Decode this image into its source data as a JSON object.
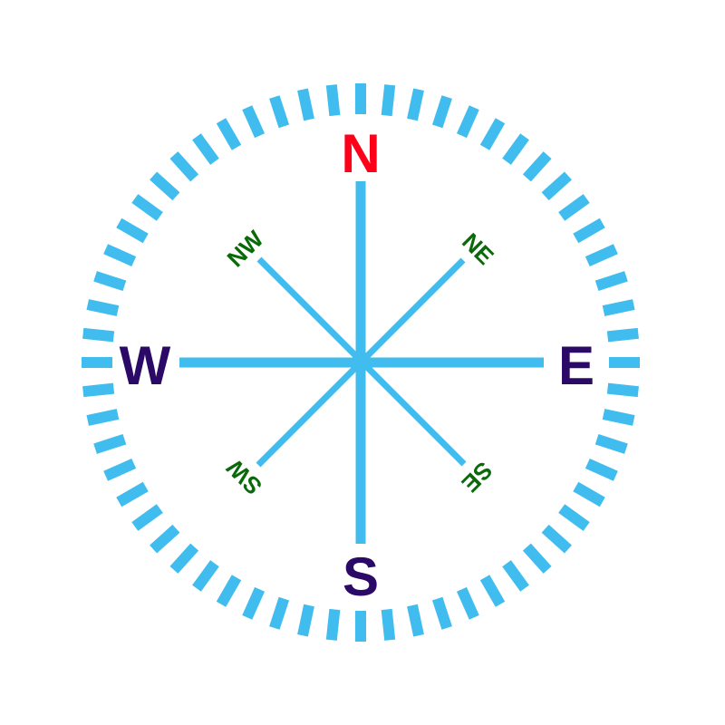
{
  "compass": {
    "cardinal": {
      "north": "N",
      "east": "E",
      "south": "S",
      "west": "W"
    },
    "intercardinal": {
      "northeast": "NE",
      "southeast": "SE",
      "southwest": "SW",
      "northwest": "NW"
    },
    "tick_count": 60,
    "colors": {
      "ring": "#40bdee",
      "lines": "#40bdee",
      "north": "#ff0018",
      "cardinal": "#2a0a66",
      "intercardinal": "#0a6a0a",
      "background": "#ffffff"
    }
  }
}
